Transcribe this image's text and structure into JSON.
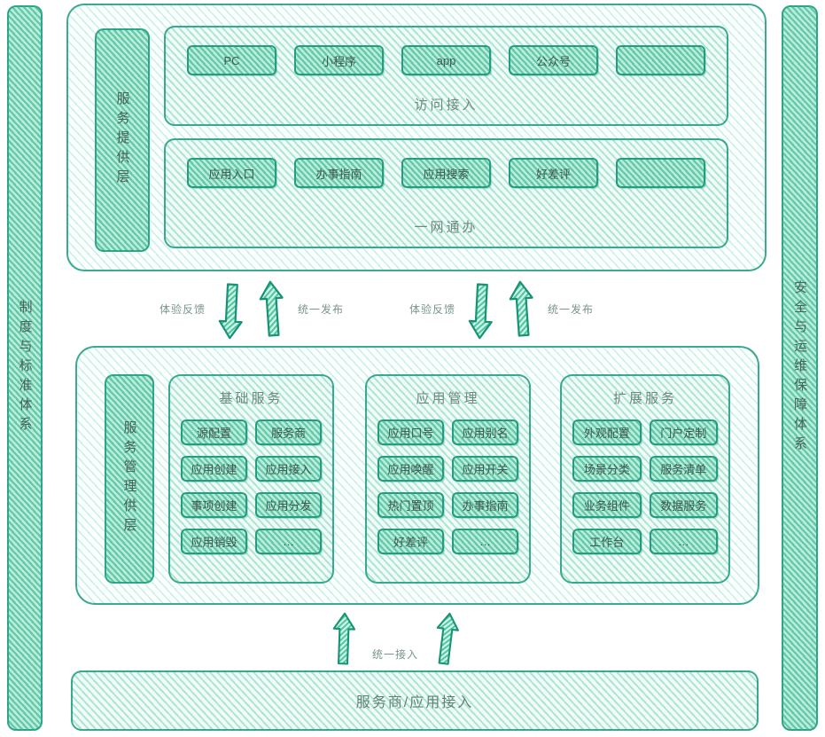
{
  "pillars": {
    "left": "制度与标准体系",
    "right": "安全与运维保障体系"
  },
  "top": {
    "side_label": "服务提供层",
    "rows": [
      {
        "title": "访问接入",
        "items": [
          "PC",
          "小程序",
          "app",
          "公众号",
          ""
        ]
      },
      {
        "title": "一网通办",
        "items": [
          "应用入口",
          "办事指南",
          "应用搜索",
          "好差评",
          ""
        ]
      }
    ]
  },
  "arrows": {
    "feedback": "体验反馈",
    "publish": "统一发布",
    "access": "统一接入"
  },
  "middle": {
    "side_label": "服务管理供层",
    "groups": [
      {
        "title": "基础服务",
        "items": [
          "源配置",
          "服务商",
          "应用创建",
          "应用接入",
          "事项创建",
          "应用分发",
          "应用销毁",
          "…"
        ]
      },
      {
        "title": "应用管理",
        "items": [
          "应用口号",
          "应用别名",
          "应用唤醒",
          "应用开关",
          "热门置顶",
          "办事指南",
          "好差评",
          "…"
        ]
      },
      {
        "title": "扩展服务",
        "items": [
          "外观配置",
          "门户定制",
          "场景分类",
          "服务清单",
          "业务组件",
          "数据服务",
          "工作台",
          "…"
        ]
      }
    ]
  },
  "bottom": {
    "title": "服务商/应用接入"
  }
}
